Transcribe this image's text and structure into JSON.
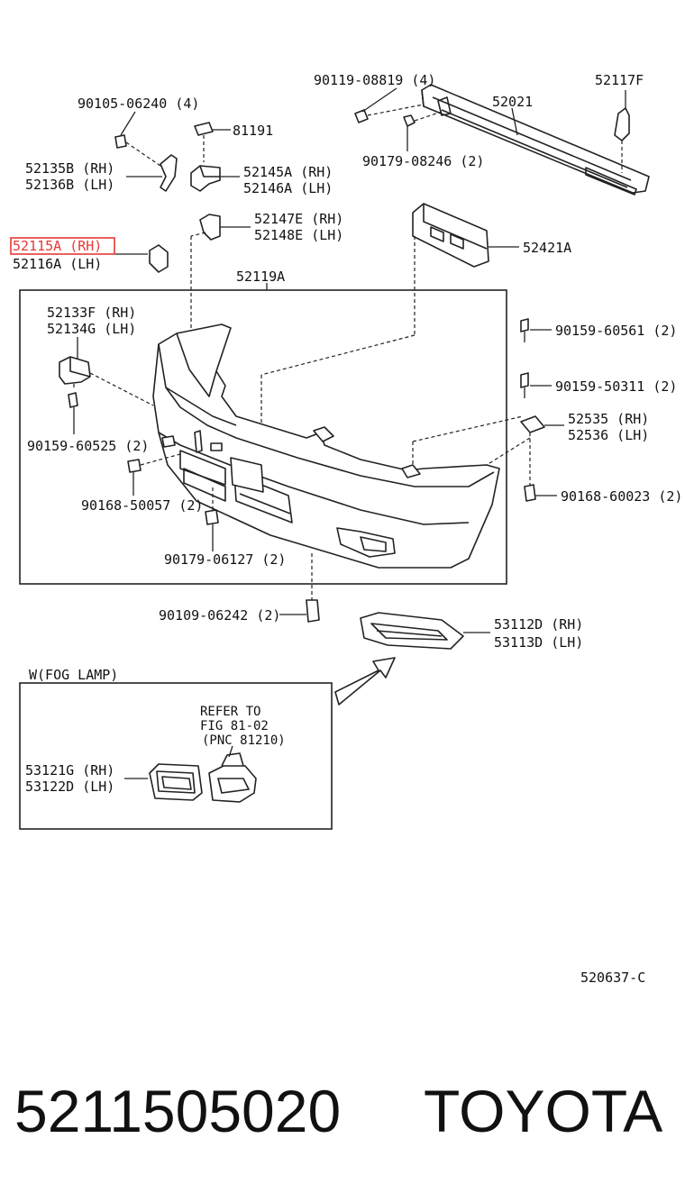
{
  "labels": {
    "p90119": "90119-08819 (4)",
    "p52117F": "52117F",
    "p90105": "90105-06240 (4)",
    "p52021": "52021",
    "p81191": "81191",
    "p90179_08246": "90179-08246 (2)",
    "p52135B": "52135B (RH)",
    "p52136B": "52136B (LH)",
    "p52145A": "52145A (RH)",
    "p52146A": "52146A (LH)",
    "p52147E": "52147E (RH)",
    "p52148E": "52148E (LH)",
    "p52115A": "52115A (RH)",
    "p52116A": "52116A (LH)",
    "p52421A": "52421A",
    "p52119A": "52119A",
    "p52133F": "52133F (RH)",
    "p52134G": "52134G (LH)",
    "p90159_60561": "90159-60561 (2)",
    "p90159_50311": "90159-50311 (2)",
    "p52535": "52535 (RH)",
    "p52536": "52536 (LH)",
    "p90159_60525": "90159-60525 (2)",
    "p90168_60023": "90168-60023 (2)",
    "p90168_50057": "90168-50057 (2)",
    "p90179_06127": "90179-06127 (2)",
    "p90109_06242": "90109-06242 (2)",
    "p53112D": "53112D (RH)",
    "p53113D": "53113D (LH)",
    "fog_title": "W(FOG LAMP)",
    "refer1": "REFER TO",
    "refer2": "FIG 81-02",
    "refer3": "(PNC 81210)",
    "p53121G": "53121G (RH)",
    "p53122D": "53122D (LH)",
    "diagram_code": "520637-C"
  },
  "footer": {
    "part_number": "5211505020",
    "brand": "TOYOTA"
  },
  "highlight": {
    "part": "52115A (RH)",
    "color": "#e53935"
  }
}
